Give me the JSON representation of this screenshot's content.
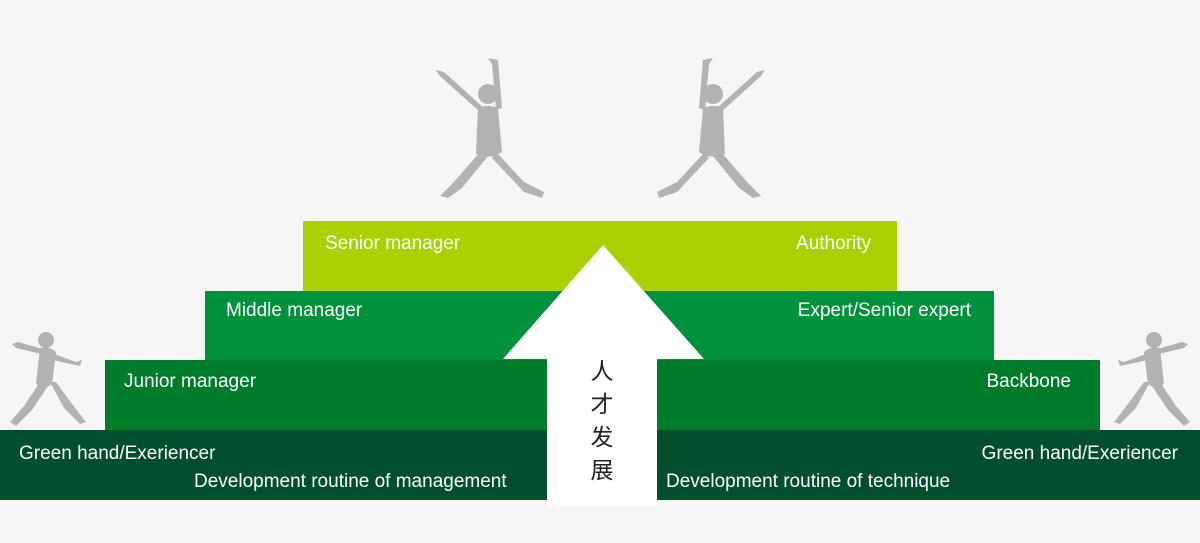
{
  "colors": {
    "background": "#f6f6f6",
    "tier_top": "#a9d104",
    "tier_second": "#00913c",
    "tier_third": "#007b2a",
    "tier_bottom": "#004e2c",
    "arrow": "#ffffff",
    "figure": "#b3b3b3"
  },
  "tiers": {
    "top": {
      "left_label": "Senior manager",
      "right_label": "Authority"
    },
    "second": {
      "left_label": "Middle manager",
      "right_label": "Expert/Senior expert"
    },
    "third": {
      "left_label": "Junior manager",
      "right_label": "Backbone"
    },
    "bottom": {
      "left_label": "Green hand/Exeriencer",
      "right_label": "Green hand/Exeriencer",
      "left_routine": "Development routine of management",
      "right_routine": "Development routine of technique"
    }
  },
  "arrow": {
    "chars": [
      "人",
      "才",
      "发",
      "展"
    ]
  },
  "figures": [
    "jumping-person-icon",
    "jumping-person-icon",
    "jumping-person-icon",
    "jumping-person-icon"
  ]
}
